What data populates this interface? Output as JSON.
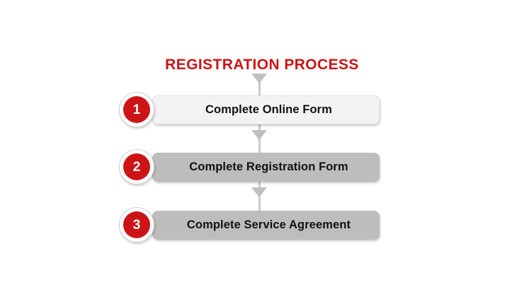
{
  "diagram": {
    "title": "REGISTRATION PROCESS",
    "type": "vertical-process-flow",
    "background_color": "#ffffff",
    "accent_color": "#cc1417",
    "connector_color": "#bfbfbf",
    "steps": [
      {
        "number": "1",
        "label": "Complete Online Form",
        "bar_color": "#f3f3f3",
        "badge_color": "#cc1417"
      },
      {
        "number": "2",
        "label": "Complete Registration Form",
        "bar_color": "#bdbdbd",
        "badge_color": "#cc1417"
      },
      {
        "number": "3",
        "label": "Complete Service Agreement",
        "bar_color": "#bdbdbd",
        "badge_color": "#cc1417"
      }
    ]
  }
}
